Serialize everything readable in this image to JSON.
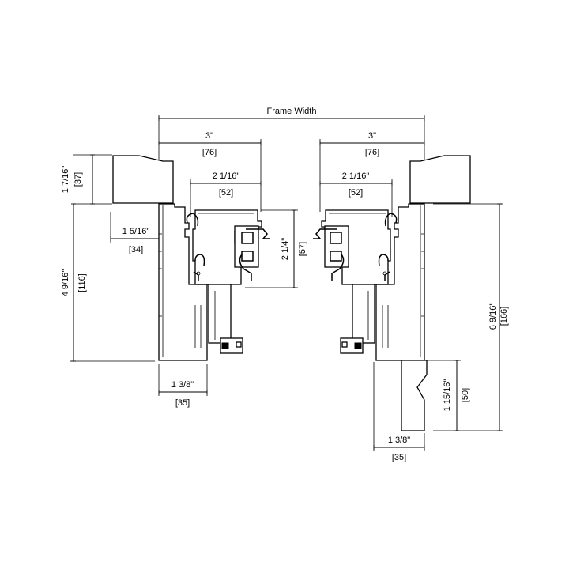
{
  "labels": {
    "frame_width": "Frame Width",
    "left_3in": "3\"",
    "left_76": "[76]",
    "right_3in": "3\"",
    "right_76": "[76]",
    "left_2_1_16": "2 1/16\"",
    "left_52": "[52]",
    "right_2_1_16": "2 1/16\"",
    "right_52": "[52]",
    "h_1_7_16": "1 7/16\"",
    "h_37": "[37]",
    "h_1_5_16": "1 5/16\"",
    "h_34": "[34]",
    "h_4_9_16": "4 9/16\"",
    "h_116": "[116]",
    "h_2_1_4": "2 1/4\"",
    "h_57": "[57]",
    "h_6_9_16": "6 9/16\"",
    "h_166": "[166]",
    "h_1_15_16": "1 15/16\"",
    "h_50": "[50]",
    "left_1_3_8": "1 3/8\"",
    "left_35": "[35]",
    "right_1_3_8": "1 3/8\"",
    "right_35": "[35]"
  }
}
